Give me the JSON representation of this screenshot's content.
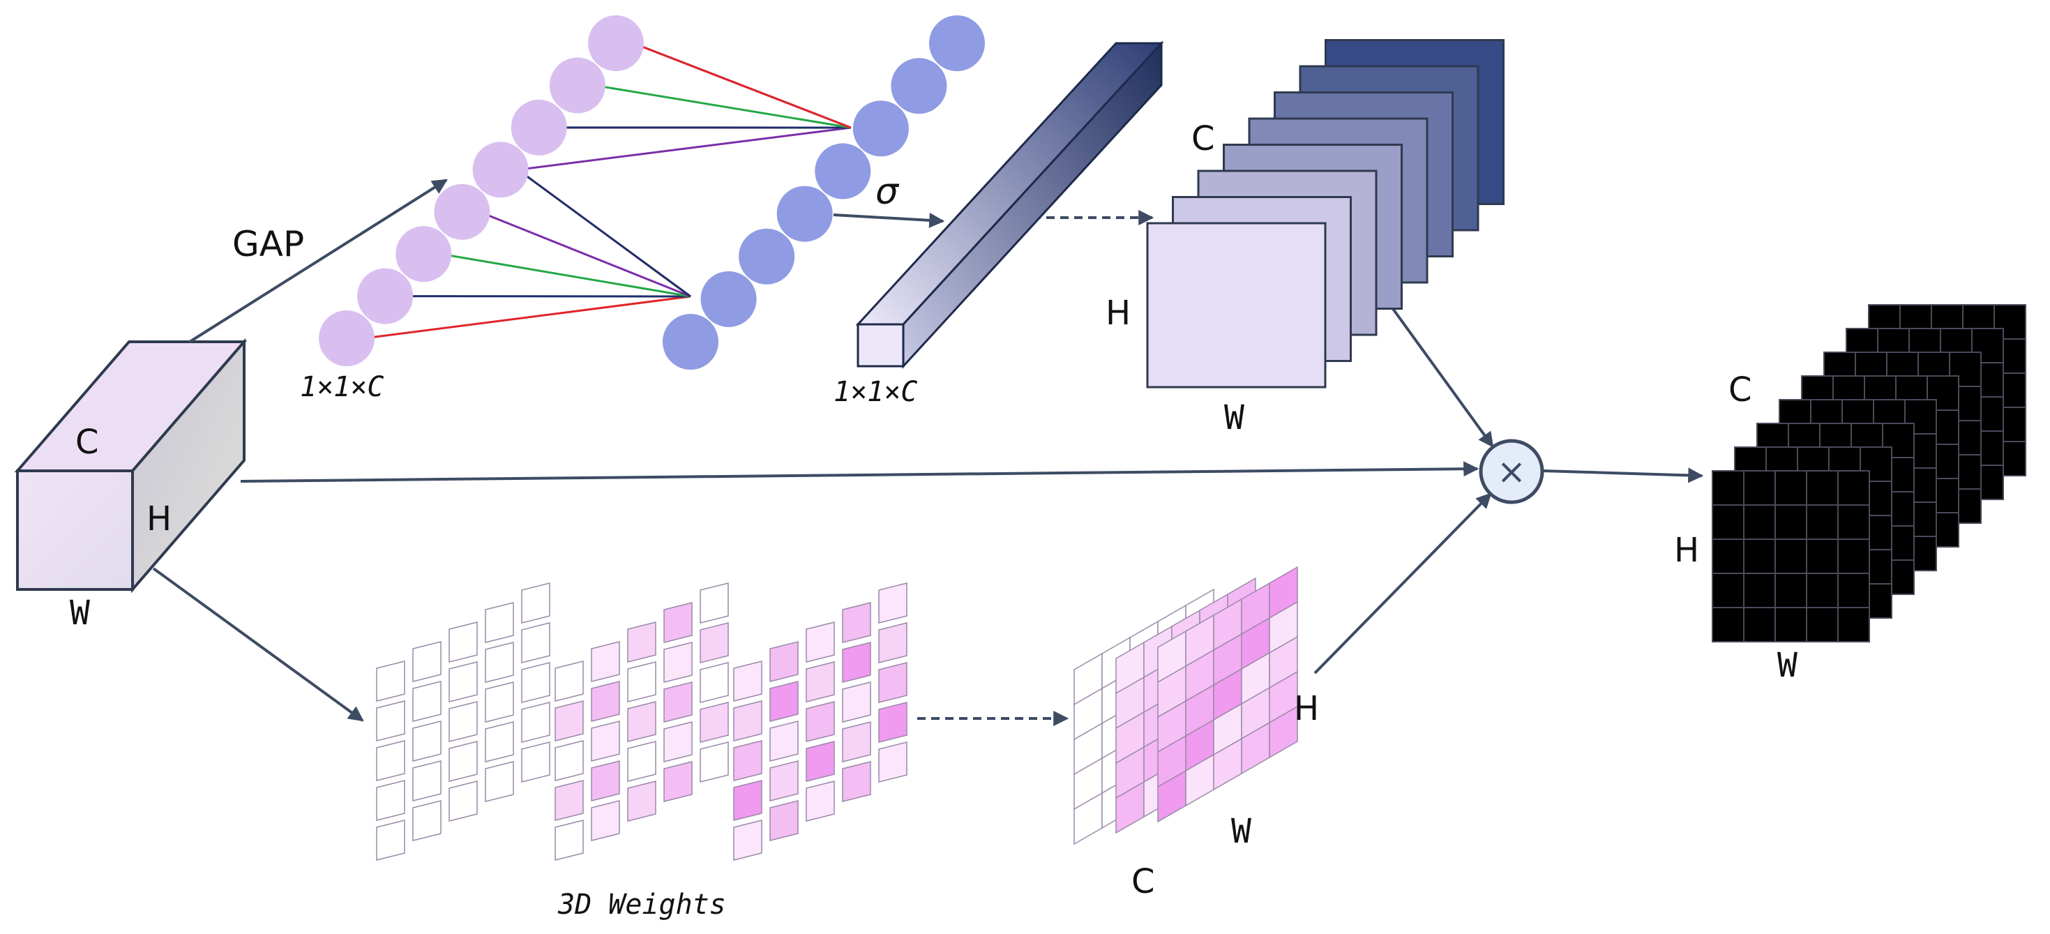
{
  "labels": {
    "input_c": "C",
    "input_h": "H",
    "input_w": "W",
    "gap": "GAP",
    "fc_dim": "1×1×C",
    "sigma": "σ",
    "channel_dim": "1×1×C",
    "channel_c": "C",
    "channel_h": "H",
    "channel_w": "W",
    "weights_3d": "3D Weights",
    "spatial_h": "H",
    "spatial_w": "W",
    "spatial_c": "C",
    "output_c": "C",
    "output_h": "H",
    "output_w": "W",
    "multiply_symbol": "×"
  },
  "colors": {
    "arrow": "#3d4b63",
    "fc_left_node": "#d9bff0",
    "fc_right_node": "#8f9be2",
    "connection_red": "#e0242a",
    "connection_purple": "#7a2fa8",
    "connection_green": "#22a845",
    "connection_navy": "#1e2f6e",
    "channel_light": "#e6ddf7",
    "channel_dark": "#364b85",
    "weight_magenta": "#f09af0",
    "output_magenta": "#d97ee6",
    "output_navy": "#4a5a9a",
    "multiply_fill": "#e3ecf8"
  }
}
